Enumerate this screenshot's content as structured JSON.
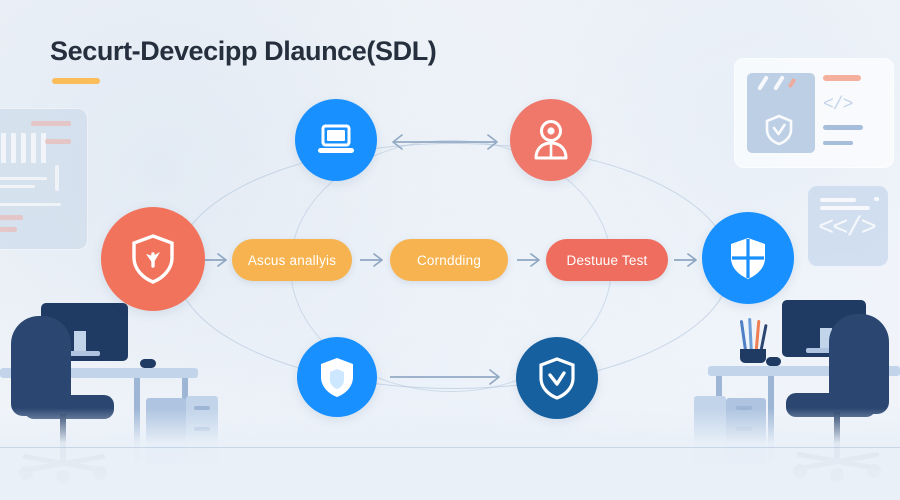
{
  "page": {
    "title": "Securt-Devecipp Dlaunce(SDL)",
    "background_color": "#f1f5f9",
    "accent_underline_color": "#fbbc5a"
  },
  "palette": {
    "blue_bright": "#1890ff",
    "blue_dark": "#17609f",
    "coral": "#f2735c",
    "coral_soft": "#f0786a",
    "orange": "#f7b34f",
    "red_pill": "#ef6d5e",
    "navy_furniture": "#2a4671",
    "steel_furniture": "#aec4e0",
    "orbit_line": "#a8bed7",
    "arrow_line": "#8fa6c0"
  },
  "flow": {
    "stages": [
      {
        "label": "Ascus anallyis",
        "color": "#f7b34f",
        "name": "stage-ascus-anallyis"
      },
      {
        "label": "Corndding",
        "color": "#f7b34f",
        "name": "stage-corndding"
      },
      {
        "label": "Destuue Test",
        "color": "#ef6d5e",
        "name": "stage-destuue-test"
      }
    ]
  },
  "nodes": [
    {
      "name": "node-shield-left",
      "icon": "shield-check-icon",
      "color": "#f2735c",
      "position": "left"
    },
    {
      "name": "node-laptop",
      "icon": "laptop-icon",
      "color": "#1890ff",
      "position": "top-left"
    },
    {
      "name": "node-user",
      "icon": "user-icon",
      "color": "#f0786a",
      "position": "top-right"
    },
    {
      "name": "node-shield-solid",
      "icon": "shield-solid-icon",
      "color": "#1890ff",
      "position": "bottom-left"
    },
    {
      "name": "node-shield-check",
      "icon": "shield-check-icon",
      "color": "#17609f",
      "position": "bottom-right"
    },
    {
      "name": "node-shield-cross",
      "icon": "shield-cross-icon",
      "color": "#1890ff",
      "position": "right"
    }
  ],
  "connectors": [
    {
      "name": "connector-top",
      "type": "double-arrow",
      "from": "node-laptop",
      "to": "node-user"
    },
    {
      "name": "connector-bottom",
      "type": "single-arrow",
      "from": "node-shield-solid",
      "to": "node-shield-check"
    },
    {
      "name": "connector-stage-1",
      "type": "chevron-arrow",
      "from": "node-shield-left",
      "to": "stage-ascus-anallyis"
    },
    {
      "name": "connector-stage-2",
      "type": "chevron-arrow",
      "from": "stage-ascus-anallyis",
      "to": "stage-corndding"
    },
    {
      "name": "connector-stage-3",
      "type": "chevron-arrow",
      "from": "stage-corndding",
      "to": "stage-destuue-test"
    },
    {
      "name": "connector-stage-4",
      "type": "chevron-arrow",
      "from": "stage-destuue-test",
      "to": "node-shield-cross"
    }
  ],
  "decor": {
    "dashboard_card": "analytics-card",
    "top_right_card": "security-preview-card",
    "code_panel": "code-snippet-panel",
    "left_workstation": "desk-chair-monitor-left",
    "right_workstation": "desk-chair-monitor-right",
    "pen_cup": "pen-cup"
  }
}
